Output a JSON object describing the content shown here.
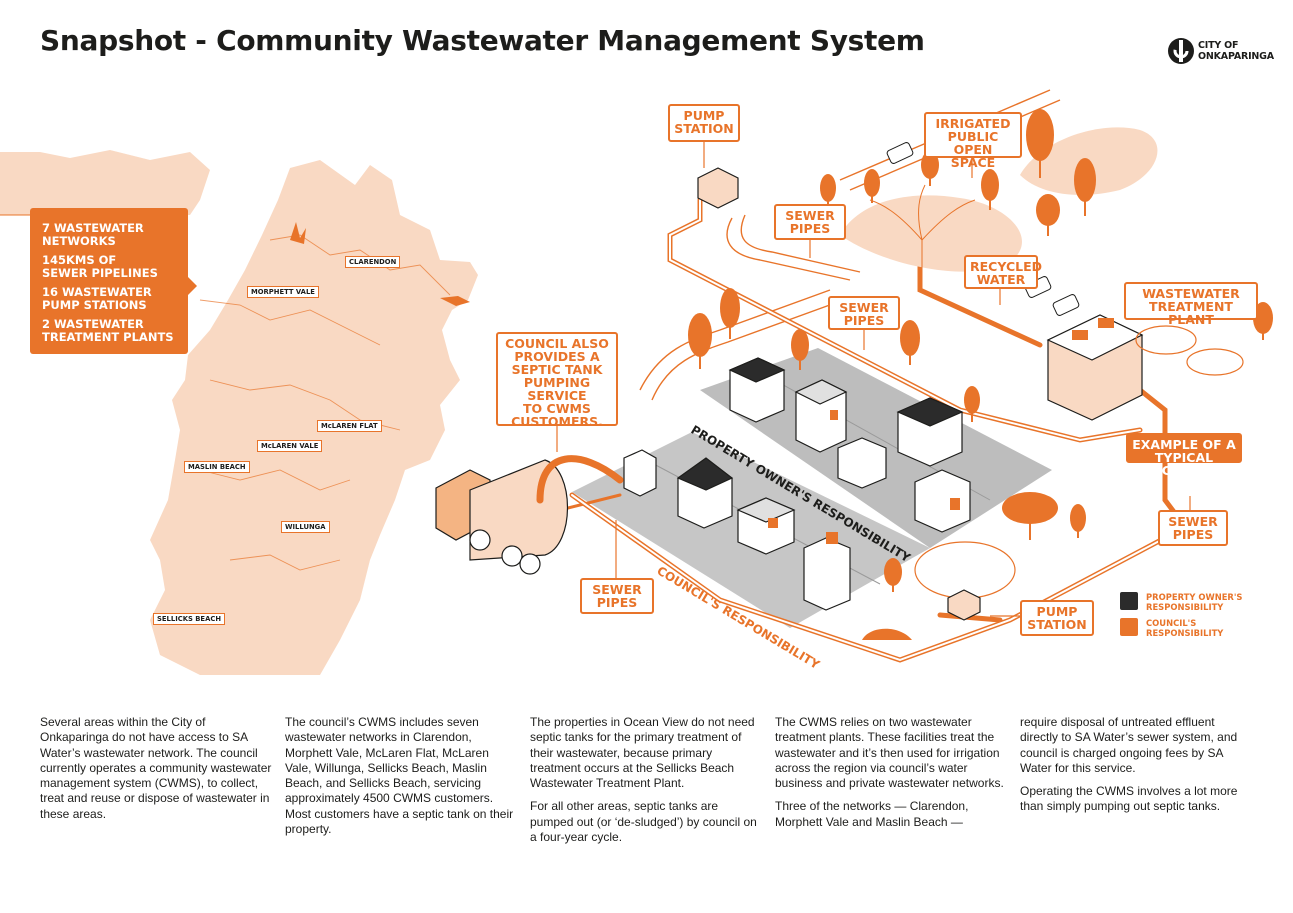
{
  "title": "Snapshot - Community Wastewater Management System",
  "logo": {
    "line1": "CITY OF",
    "line2": "ONKAPARINGA"
  },
  "stats": [
    "7 WASTEWATER\nNETWORKS",
    "145KMS OF\nSEWER PIPELINES",
    "16 WASTEWATER\nPUMP STATIONS",
    "2 WASTEWATER\nTREATMENT PLANTS"
  ],
  "map_labels": {
    "clarendon": "CLARENDON",
    "morphett_vale": "MORPHETT VALE",
    "mclaren_flat": "McLAREN FLAT",
    "mclaren_vale": "McLAREN VALE",
    "maslin_beach": "MASLIN BEACH",
    "willunga": "WILLUNGA",
    "sellicks_beach": "SELLICKS BEACH"
  },
  "callouts": {
    "pump_station_top": "PUMP\nSTATION",
    "irrigated": "IRRIGATED\nPUBLIC OPEN\nSPACE",
    "sewer_pipes_1": "SEWER\nPIPES",
    "sewer_pipes_2": "SEWER\nPIPES",
    "recycled_water": "RECYCLED\nWATER",
    "treatment_plant": "WASTEWATER\nTREATMENT PLANT",
    "septic_service": "COUNCIL ALSO\nPROVIDES A\nSEPTIC TANK\nPUMPING SERVICE\nTO CWMS\nCUSTOMERS.",
    "example": "EXAMPLE OF A\nTYPICAL CWMS",
    "sewer_pipes_3": "SEWER\nPIPES",
    "sewer_pipes_4": "SEWER\nPIPES",
    "pump_station_bottom": "PUMP\nSTATION"
  },
  "responsibility": {
    "property": "PROPERTY OWNER'S RESPONSIBILITY",
    "council": "COUNCIL'S RESPONSIBILITY"
  },
  "legend": [
    {
      "label": "PROPERTY OWNER'S\nRESPONSIBILITY",
      "color": "#2b2b2b"
    },
    {
      "label": "COUNCIL'S\nRESPONSIBILITY",
      "color": "#e8742a"
    }
  ],
  "colors": {
    "accent": "#e8742a",
    "map_fill": "#f9d9c3",
    "dark": "#1d1d1b",
    "grey": "#c9c9c9"
  },
  "columns": [
    {
      "paragraphs": [
        "Several areas within the City of Onkaparinga do not have access to SA Water’s wastewater network. The council currently operates a community wastewater management system (CWMS), to collect, treat and reuse or dispose of wastewater in these areas."
      ]
    },
    {
      "paragraphs": [
        "The council’s CWMS includes seven wastewater networks in Clarendon, Morphett Vale, McLaren Flat, McLaren Vale, Willunga, Sellicks Beach, Maslin Beach, and Sellicks Beach, servicing approximately 4500 CWMS customers. Most customers have a septic tank on their property."
      ]
    },
    {
      "paragraphs": [
        "The properties in Ocean View do not need septic tanks for the primary treatment of their wastewater, because primary treatment occurs at the Sellicks Beach Wastewater Treatment Plant.",
        "For all other areas, septic tanks are pumped out (or ‘de-sludged’) by council on a four-year cycle."
      ]
    },
    {
      "paragraphs": [
        "The CWMS relies on two wastewater treatment plants. These facilities treat the wastewater and it’s then used for irrigation across the region via council’s water business and private wastewater networks.",
        "Three of the networks — Clarendon, Morphett Vale and Maslin Beach —"
      ]
    },
    {
      "paragraphs": [
        "require disposal of untreated effluent directly to SA Water’s sewer system, and council is charged ongoing fees by SA Water for this service.",
        "Operating the CWMS involves a lot more than simply pumping out septic tanks."
      ]
    }
  ]
}
